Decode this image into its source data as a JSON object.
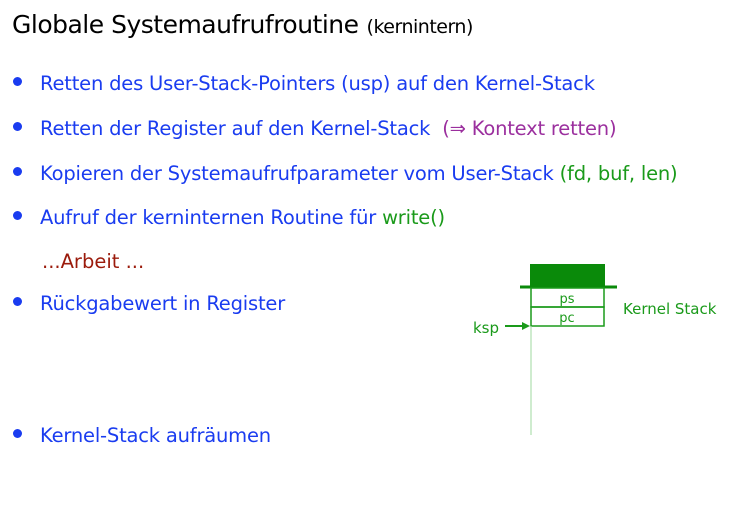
{
  "title": "Globale Systemaufrufroutine",
  "subtitle": "(kernintern)",
  "bullets": [
    {
      "text": "Retten des User-Stack-Pointers (usp) auf den Kernel-Stack"
    },
    {
      "text": "Retten der Register auf den Kernel-Stack",
      "note": "(⇒ Kontext retten)"
    },
    {
      "text": "Kopieren der Systemaufrufparameter vom User-Stack",
      "note": "(fd, buf, len)"
    },
    {
      "text": "Aufruf der kerninternen Routine für",
      "note": "write()"
    },
    {
      "text": "Rückgabewert in Register"
    },
    {
      "text": "Kernel-Stack aufräumen"
    }
  ],
  "work": "...Arbeit ...",
  "diagram": {
    "cells": [
      "ps",
      "pc"
    ],
    "stack_label": "Kernel Stack",
    "pointer_label": "ksp",
    "color": "#1a9a1a"
  }
}
